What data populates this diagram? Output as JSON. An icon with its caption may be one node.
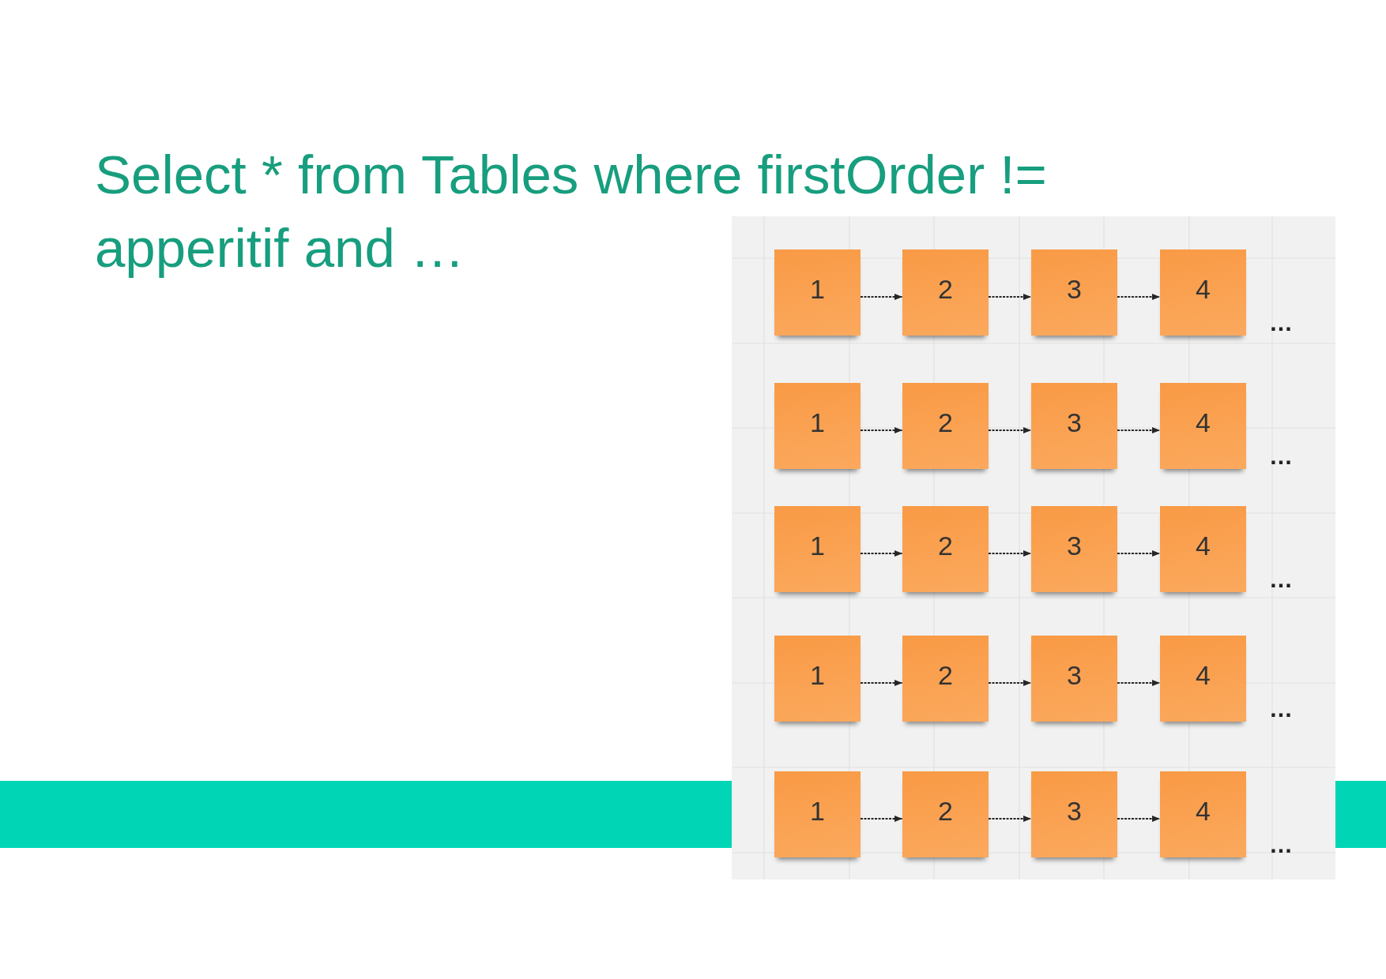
{
  "diagram": {
    "title": "Select * from Tables where firstOrder != apperitif and …",
    "nodes": [
      {
        "text": [
          "1"
        ]
      },
      {
        "text": [
          "2"
        ]
      },
      {
        "text": [
          "3"
        ]
      },
      {
        "text": [
          "4"
        ]
      },
      {
        "text": [
          "1"
        ]
      },
      {
        "text": [
          "2"
        ]
      },
      {
        "text": [
          "3"
        ]
      },
      {
        "text": [
          "4"
        ]
      },
      {
        "text": [
          "1"
        ]
      },
      {
        "text": [
          "2"
        ]
      },
      {
        "text": [
          "3"
        ]
      },
      {
        "text": [
          "4"
        ]
      },
      {
        "text": [
          "1"
        ]
      },
      {
        "text": [
          "2"
        ]
      },
      {
        "text": [
          "3"
        ]
      },
      {
        "text": [
          "4"
        ]
      },
      {
        "text": [
          "1"
        ]
      },
      {
        "text": [
          "2"
        ]
      },
      {
        "text": [
          "3"
        ]
      },
      {
        "text": [
          "4"
        ]
      }
    ],
    "edges": [
      {
        "from": 0,
        "to": 1,
        "arrow": "to",
        "style": "dashed"
      },
      {
        "from": 1,
        "to": 2,
        "arrow": "to",
        "style": "dashed"
      },
      {
        "from": 2,
        "to": 3,
        "arrow": "to",
        "style": "dashed"
      },
      {
        "from": 4,
        "to": 5,
        "arrow": "to",
        "style": "dashed"
      },
      {
        "from": 5,
        "to": 6,
        "arrow": "to",
        "style": "dashed"
      },
      {
        "from": 6,
        "to": 7,
        "arrow": "to",
        "style": "dashed"
      },
      {
        "from": 8,
        "to": 9,
        "arrow": "to",
        "style": "dashed"
      },
      {
        "from": 9,
        "to": 10,
        "arrow": "to",
        "style": "dashed"
      },
      {
        "from": 10,
        "to": 11,
        "arrow": "to",
        "style": "dashed"
      },
      {
        "from": 12,
        "to": 13,
        "arrow": "to",
        "style": "dashed"
      },
      {
        "from": 13,
        "to": 14,
        "arrow": "to",
        "style": "dashed"
      },
      {
        "from": 14,
        "to": 15,
        "arrow": "to",
        "style": "dashed"
      },
      {
        "from": 16,
        "to": 17,
        "arrow": "to",
        "style": "dashed"
      },
      {
        "from": 17,
        "to": 18,
        "arrow": "to",
        "style": "dashed"
      },
      {
        "from": 18,
        "to": 19,
        "arrow": "to",
        "style": "dashed"
      }
    ],
    "labels": [
      "…",
      "…",
      "…",
      "…",
      "…"
    ]
  }
}
